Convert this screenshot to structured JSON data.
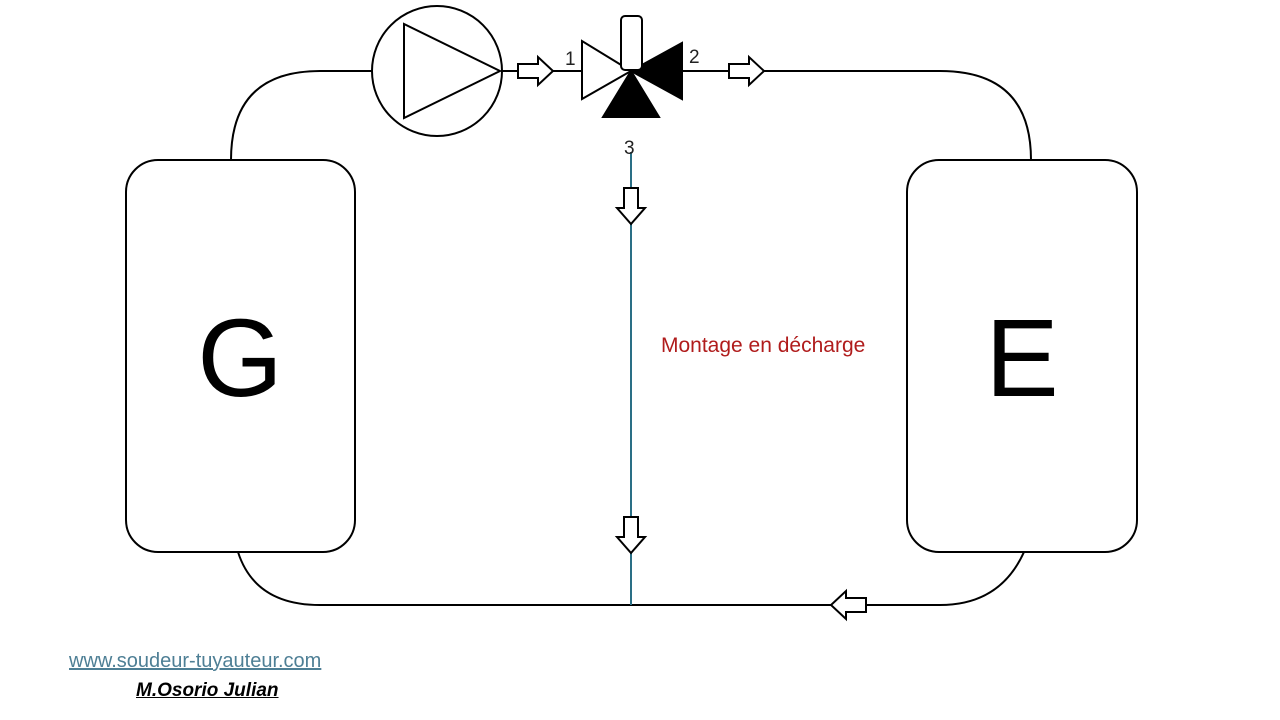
{
  "diagram": {
    "generator_label": "G",
    "emitter_label": "E",
    "valve_ports": {
      "port_1": "1",
      "port_2": "2",
      "port_3": "3"
    },
    "caption": "Montage en décharge",
    "colors": {
      "line": "#000000",
      "bypass_line": "#2a6f86",
      "caption": "#b01c1c",
      "valve_fill": "#000000"
    },
    "components": [
      "generator-box",
      "circulator-pump-icon",
      "three-way-valve-icon",
      "emitter-box",
      "flow-arrow-icon"
    ]
  },
  "footer": {
    "website": "www.soudeur-tuyauteur.com",
    "author": "M.Osorio Julian"
  }
}
